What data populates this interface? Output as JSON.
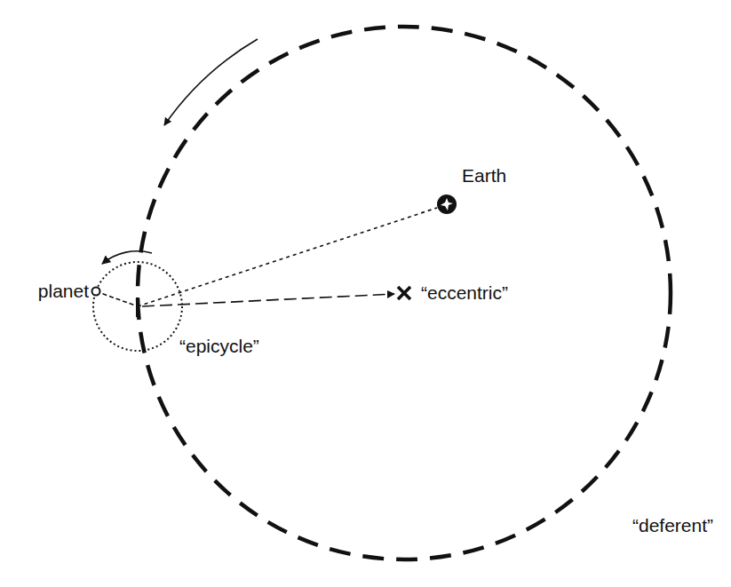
{
  "diagram": {
    "labels": [
      "Earth",
      "planet",
      "“eccentric”",
      "“epicycle”",
      "“deferent”"
    ]
  }
}
